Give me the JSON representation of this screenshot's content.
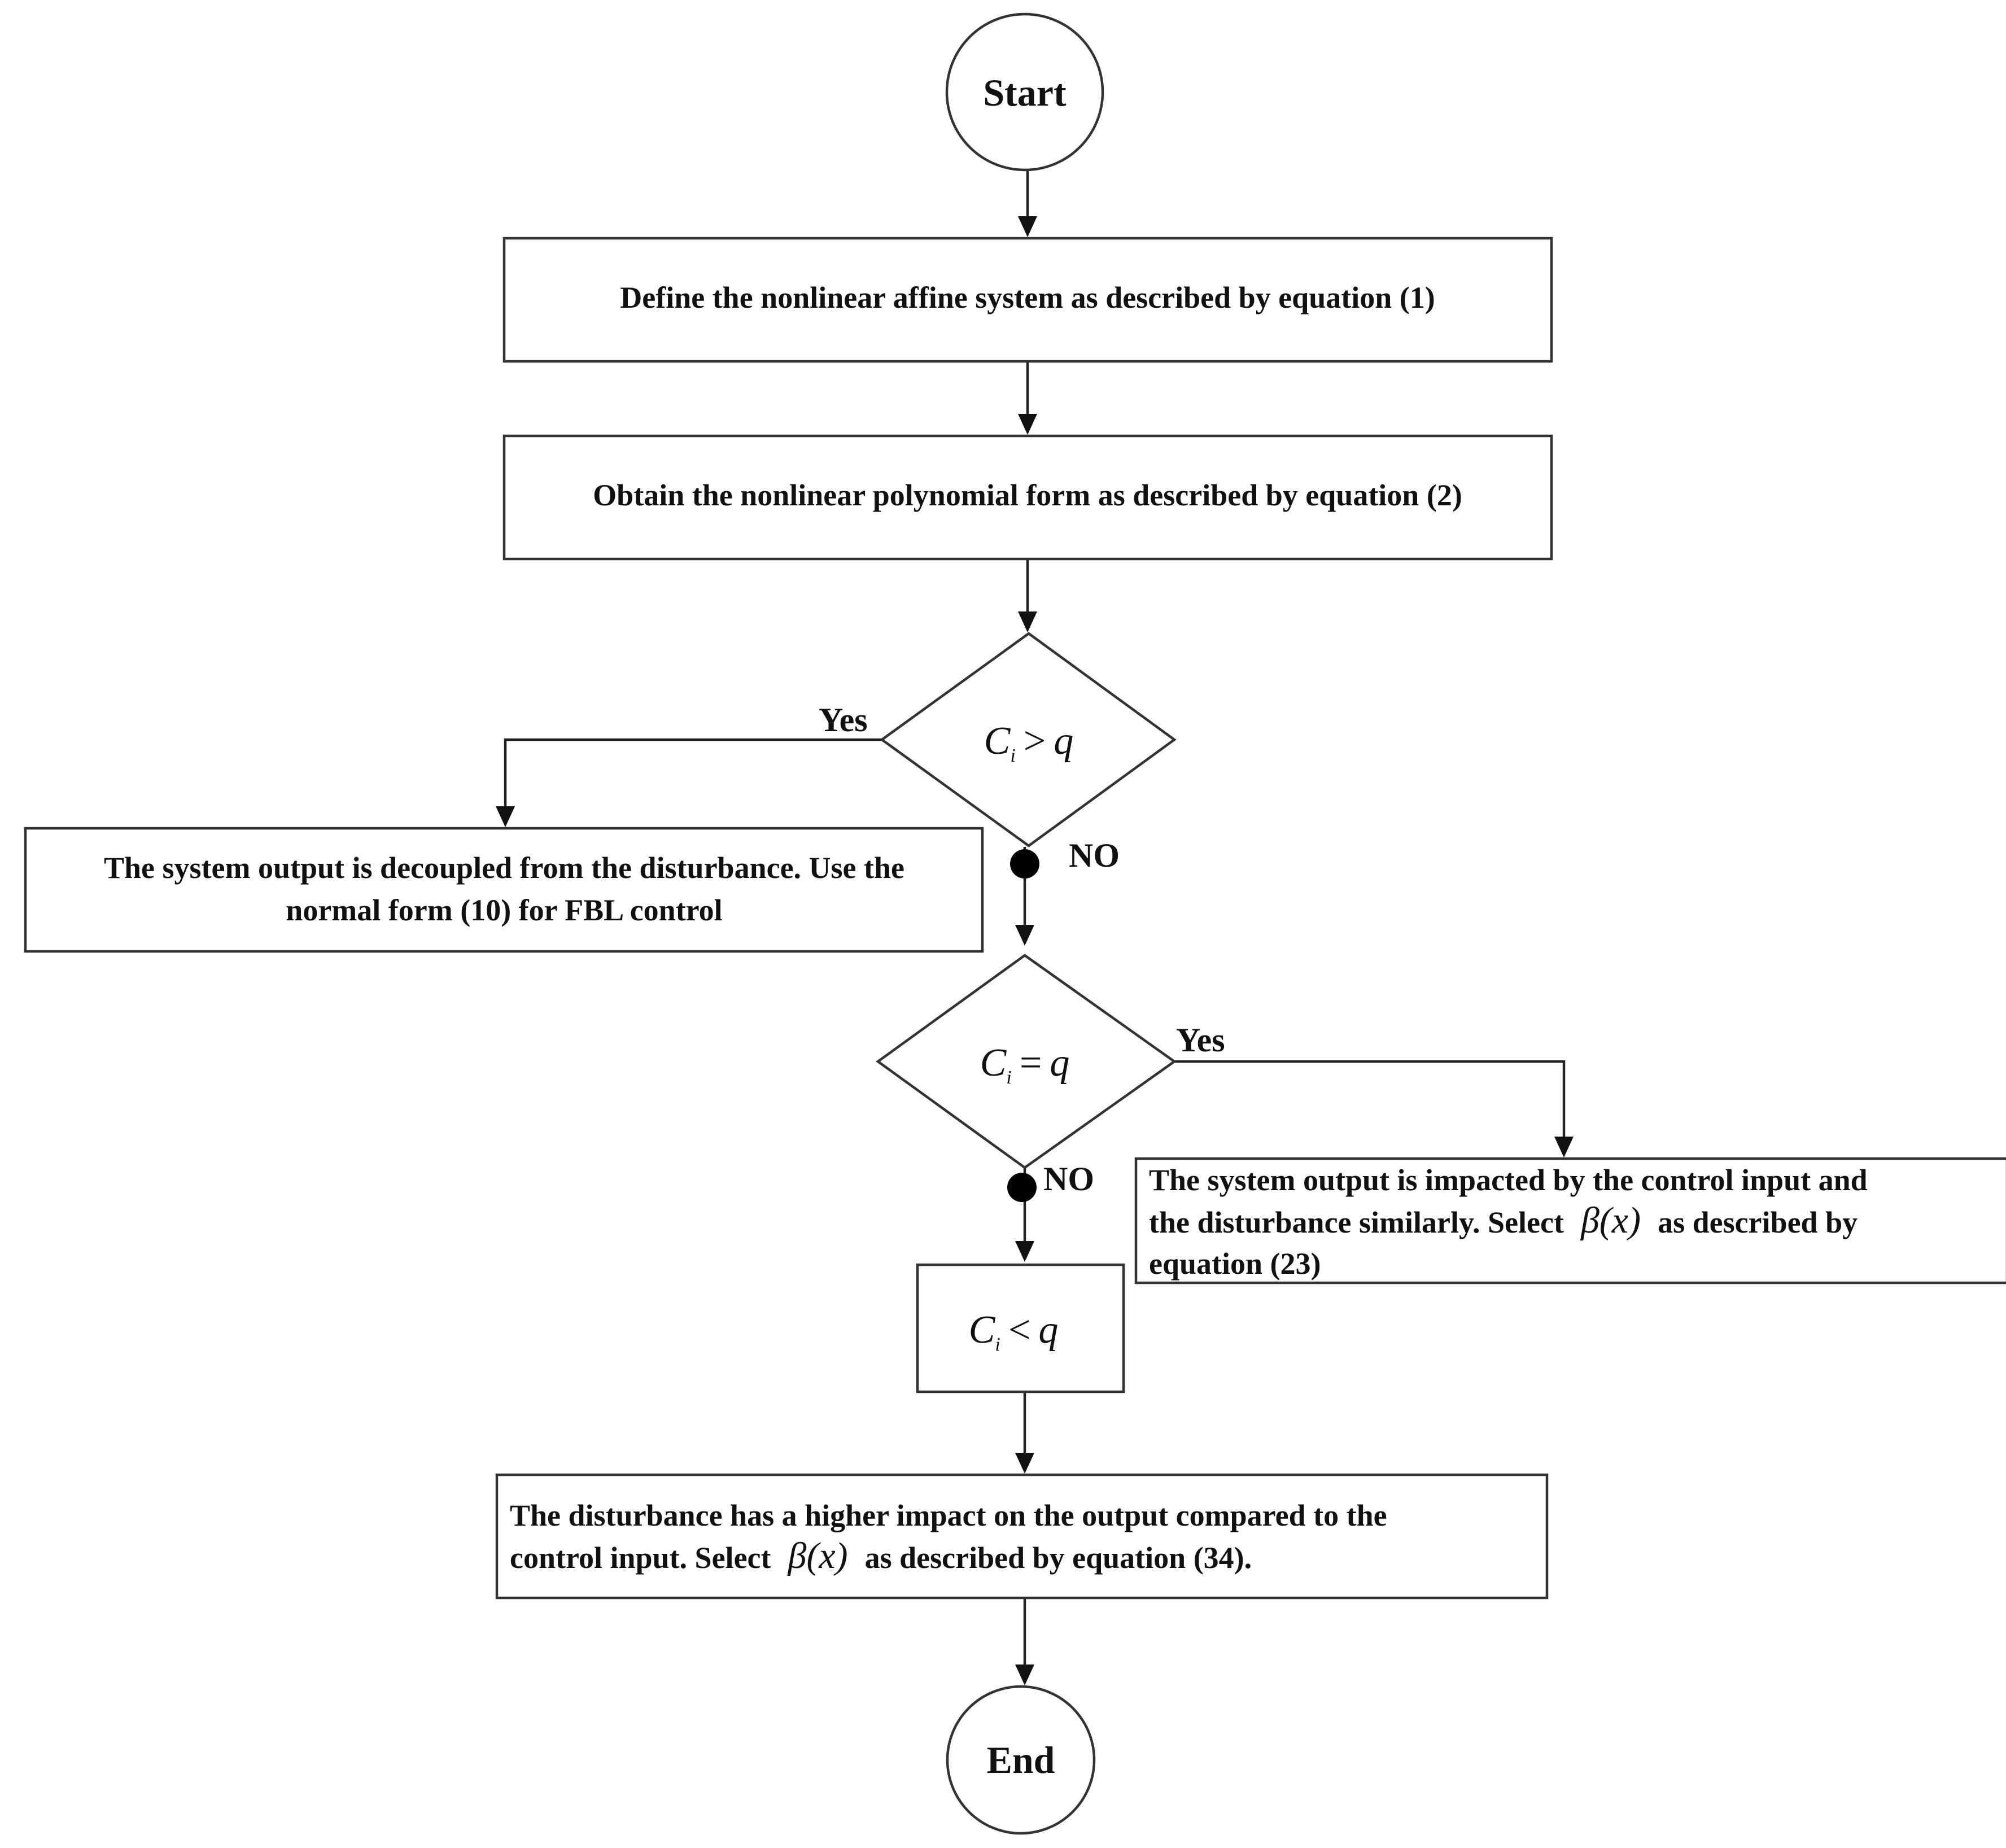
{
  "nodes": {
    "start": "Start",
    "define_system": "Define the nonlinear affine system as described by equation (1)",
    "obtain_polynomial": "Obtain the nonlinear polynomial form as described by equation (2)",
    "decision_1": {
      "var": "C",
      "sub": "i",
      "op": ">",
      "rhs": "q"
    },
    "decision_2": {
      "var": "C",
      "sub": "i",
      "op": "=",
      "rhs": "q"
    },
    "decoupled": {
      "line1": "The system output is decoupled from the disturbance. Use the",
      "line2": "normal form (10) for FBL control"
    },
    "similar_impact": {
      "line1": "The system output is impacted by the control input and",
      "line2_a": "the disturbance similarly. Select",
      "beta": "β(x)",
      "line2_b": "as described by",
      "line3": "equation (23)"
    },
    "less_than": {
      "var": "C",
      "sub": "i",
      "op": "<",
      "rhs": "q"
    },
    "higher_impact": {
      "line1": "The disturbance has a higher impact on the output compared to the",
      "line2_a": "control input. Select",
      "beta": "β(x)",
      "line2_b": "as described by equation (34)."
    },
    "end": "End"
  },
  "edge_labels": {
    "yes_1": "Yes",
    "no_1": "NO",
    "yes_2": "Yes",
    "no_2": "NO"
  }
}
